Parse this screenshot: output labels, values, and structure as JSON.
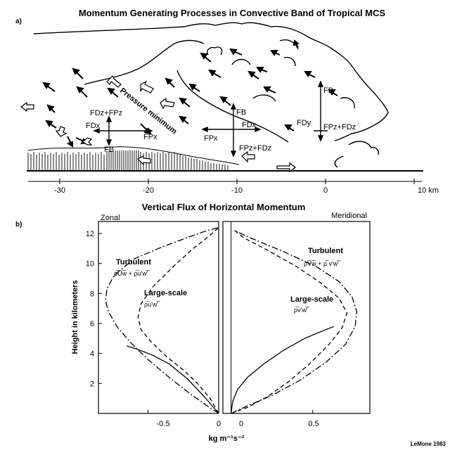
{
  "panel_a": {
    "label": "a)",
    "title": "Momentum Generating Processes in Convective Band of Tropical MCS",
    "pressure_label": "Pressure minimum",
    "x_ticks": [
      "-30",
      "-20",
      "-10",
      "0",
      "10 km"
    ],
    "x_tick_values": [
      -30,
      -20,
      -10,
      0,
      10
    ],
    "force_labels": {
      "left_top": "FDz+FPz",
      "left_side": "FDx",
      "left_bottom": "FB",
      "left_right": "FPx",
      "mid_top": "FB",
      "mid_side": "FDx",
      "mid_left": "FPx",
      "mid_bottom": "FPz+FDz",
      "right_top": "FB",
      "right_side": "FDy",
      "right_bottom": "FPz+FDz"
    }
  },
  "panel_b": {
    "label": "b)",
    "title": "Vertical Flux of Horizontal Momentum",
    "ylabel": "Height in kilometers",
    "xlabel": "kg m⁻¹s⁻²",
    "y_ticks": [
      "2",
      "4",
      "6",
      "8",
      "10",
      "12"
    ],
    "zonal": {
      "title": "Zonal",
      "x_ticks": [
        "-0.5",
        "0"
      ],
      "turbulent_label": "Turbulent",
      "turbulent_formula": "ρ̅U̅w̅ + ρ̅u'w'̅",
      "large_label": "Large-scale",
      "large_formula": "ρ̅u'w'̅"
    },
    "meridional": {
      "title": "Meridional",
      "x_ticks": [
        "0",
        "0.5"
      ],
      "turbulent_label": "Turbulent",
      "turbulent_formula": "ρV̅w̅ + ρ̅ v'w'̅",
      "large_label": "Large-scale",
      "large_formula": "ρ̅v'w'̅"
    }
  },
  "credit": "LeMone 1983",
  "chart_data": [
    {
      "type": "line",
      "title": "Zonal",
      "xlabel": "kg m⁻¹s⁻²",
      "ylabel": "Height in kilometers",
      "xlim": [
        -0.85,
        0.0
      ],
      "ylim": [
        0,
        12.8
      ],
      "series": [
        {
          "name": "Turbulent",
          "style": "dash-dot",
          "x": [
            0.0,
            -0.08,
            -0.2,
            -0.35,
            -0.5,
            -0.62,
            -0.72,
            -0.78,
            -0.8,
            -0.79,
            -0.74,
            -0.6,
            -0.4,
            -0.2,
            -0.08,
            0.0
          ],
          "y": [
            0.0,
            0.5,
            1.3,
            2.4,
            3.6,
            4.7,
            5.8,
            6.8,
            7.5,
            8.3,
            9.2,
            10.3,
            11.1,
            11.8,
            12.2,
            12.4
          ]
        },
        {
          "name": "Large-scale",
          "style": "dashed",
          "x": [
            0.0,
            -0.06,
            -0.15,
            -0.25,
            -0.37,
            -0.48,
            -0.55,
            -0.57,
            -0.55,
            -0.46,
            -0.32,
            -0.18,
            -0.07,
            0.0
          ],
          "y": [
            0.0,
            1.0,
            2.0,
            2.9,
            3.8,
            4.8,
            5.6,
            6.4,
            7.3,
            8.5,
            9.8,
            11.0,
            11.8,
            12.4
          ]
        },
        {
          "name": "",
          "style": "solid",
          "x": [
            0.0,
            -0.1,
            -0.22,
            -0.35,
            -0.47,
            -0.58,
            -0.65
          ],
          "y": [
            0.0,
            1.1,
            2.3,
            3.3,
            3.9,
            4.3,
            4.5
          ]
        }
      ]
    },
    {
      "type": "line",
      "title": "Meridional",
      "xlabel": "kg m⁻¹s⁻²",
      "ylabel": "Height in kilometers",
      "xlim": [
        -0.05,
        0.85
      ],
      "ylim": [
        0,
        12.8
      ],
      "series": [
        {
          "name": "Turbulent",
          "style": "dash-dot",
          "x": [
            0.0,
            0.1,
            0.25,
            0.42,
            0.58,
            0.7,
            0.76,
            0.77,
            0.74,
            0.66,
            0.52,
            0.32,
            0.12,
            0.02
          ],
          "y": [
            0.0,
            0.5,
            1.2,
            2.2,
            3.4,
            4.6,
            5.8,
            6.8,
            7.8,
            8.8,
            9.8,
            10.8,
            11.7,
            12.2
          ]
        },
        {
          "name": "Large-scale",
          "style": "dashed",
          "x": [
            0.0,
            0.1,
            0.22,
            0.35,
            0.48,
            0.6,
            0.68,
            0.71,
            0.66,
            0.55,
            0.4,
            0.22,
            0.08,
            0.01
          ],
          "y": [
            0.0,
            0.4,
            1.1,
            2.1,
            3.3,
            4.6,
            5.7,
            6.7,
            7.7,
            8.7,
            9.8,
            10.9,
            11.7,
            12.3
          ]
        },
        {
          "name": "",
          "style": "solid",
          "x": [
            0.0,
            0.01,
            0.04,
            0.1,
            0.2,
            0.32,
            0.45,
            0.56,
            0.63
          ],
          "y": [
            0.0,
            0.8,
            1.6,
            2.4,
            3.3,
            4.2,
            5.0,
            5.5,
            5.8
          ]
        }
      ]
    }
  ]
}
